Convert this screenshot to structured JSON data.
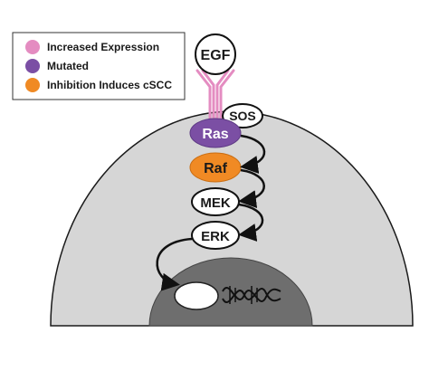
{
  "legend": {
    "items": [
      {
        "label": "Increased Expression",
        "color": "#e48cc1"
      },
      {
        "label": "Mutated",
        "color": "#7b4fa4"
      },
      {
        "label": "Inhibition Induces cSCC",
        "color": "#f08a24"
      }
    ]
  },
  "nodes": {
    "egf": {
      "label": "EGF",
      "fill": "#ffffff"
    },
    "sos": {
      "label": "SOS",
      "fill": "#ffffff"
    },
    "ras": {
      "label": "Ras",
      "fill": "#7b4fa4"
    },
    "raf": {
      "label": "Raf",
      "fill": "#f08a24"
    },
    "mek": {
      "label": "MEK",
      "fill": "#ffffff"
    },
    "erk": {
      "label": "ERK",
      "fill": "#ffffff"
    }
  },
  "colors": {
    "cell": "#d6d6d6",
    "nucleus": "#6e6e6e",
    "receptor": "#e48cc1"
  }
}
